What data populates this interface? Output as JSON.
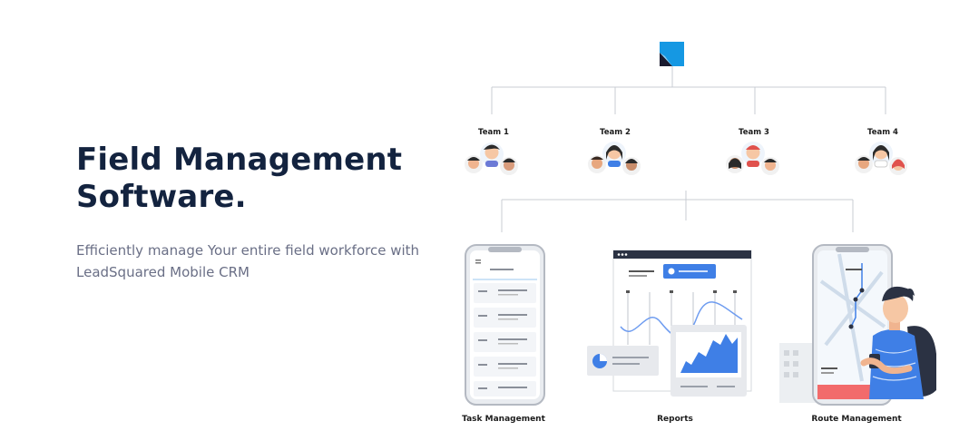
{
  "hero": {
    "title_line1": "Field Management",
    "title_line2": "Software.",
    "subtitle_line1": "Efficiently manage Your entire field workforce with",
    "subtitle_line2": "LeadSquared Mobile CRM"
  },
  "org_chart": {
    "teams": [
      "Team 1",
      "Team 2",
      "Team 3",
      "Team 4"
    ],
    "modules": [
      "Task Management",
      "Reports",
      "Route Management"
    ]
  },
  "colors": {
    "title": "#13233f",
    "subtitle": "#6a6f86",
    "brand_blue": "#1598e3",
    "accent_blue": "#3f7fe6",
    "line_gray": "#c9ccd3"
  },
  "icons": {
    "logo": "leadsquared-logo-icon",
    "phone": "smartphone-icon",
    "dashboard": "dashboard-chart-icon",
    "person": "field-agent-illustration"
  }
}
